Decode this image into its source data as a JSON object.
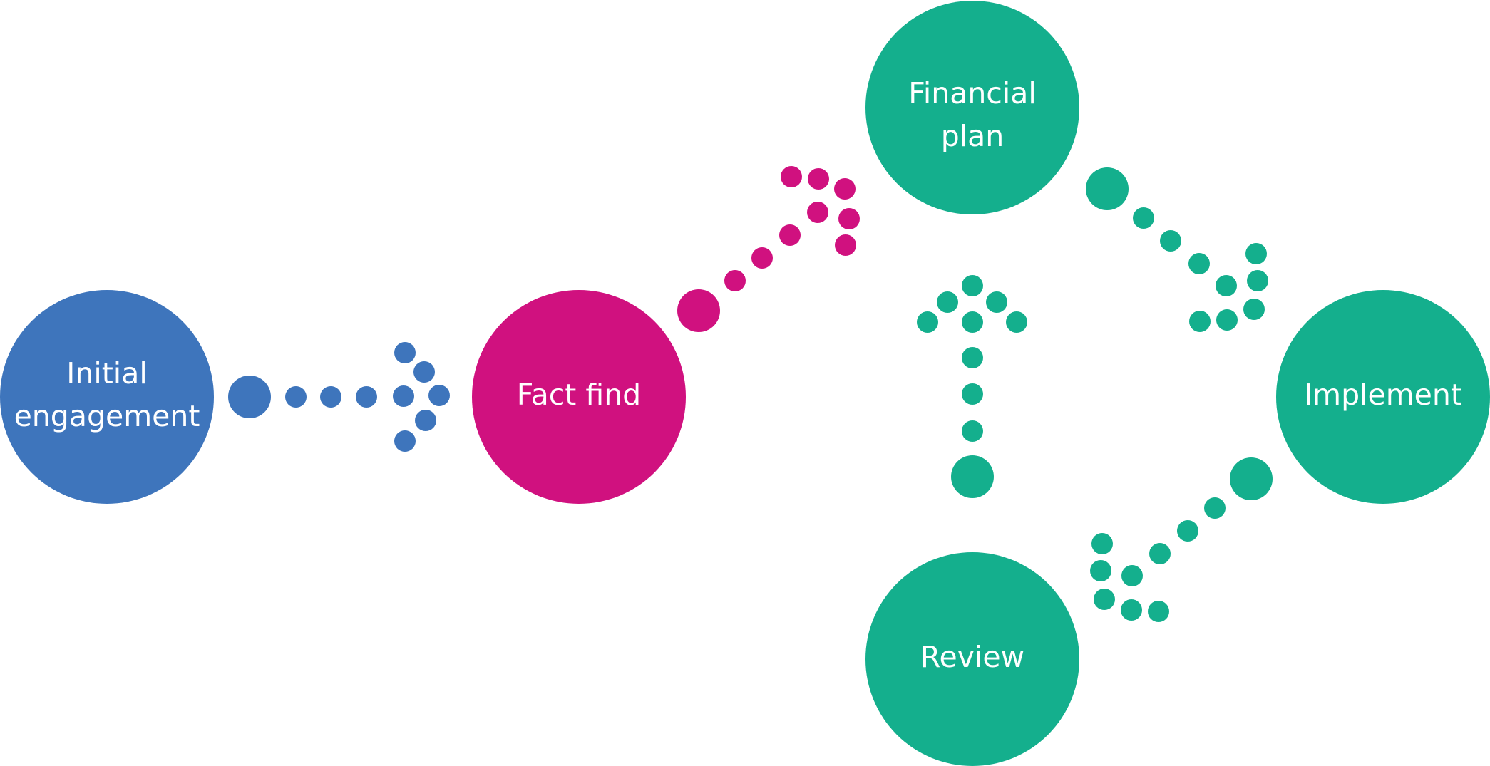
{
  "colors": {
    "blue": "#3E75BC",
    "pink": "#D0117F",
    "green": "#14AF8D",
    "background": "#FFFFFF"
  },
  "nodes": {
    "initial_engagement": {
      "line1": "Initial",
      "line2": "engagement"
    },
    "fact_find": {
      "label": "Fact find"
    },
    "financial_plan": {
      "line1": "Financial",
      "line2": "plan"
    },
    "implement": {
      "label": "Implement"
    },
    "review": {
      "label": "Review"
    }
  },
  "connectors": [
    {
      "from": "Initial engagement",
      "to": "Fact find",
      "color": "blue"
    },
    {
      "from": "Fact find",
      "to": "Financial plan",
      "color": "pink"
    },
    {
      "from": "Financial plan",
      "to": "Implement",
      "color": "green"
    },
    {
      "from": "Implement",
      "to": "Review",
      "color": "green"
    },
    {
      "from": "Review",
      "to": "Financial plan",
      "color": "green"
    }
  ]
}
